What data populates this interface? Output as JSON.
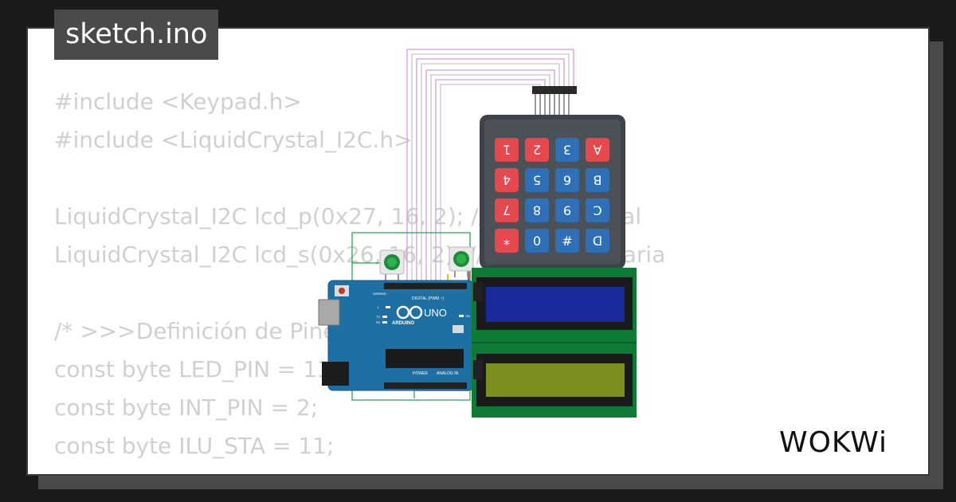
{
  "file": {
    "name": "sketch.ino"
  },
  "code_lines": [
    "#include <Keypad.h>",
    "#include <LiquidCrystal_I2C.h>",
    "",
    "LiquidCrystal_I2C lcd_p(0x27, 16, 2); // LCD principal",
    "LiquidCrystal_I2C lcd_s(0x26, 16, 2); // LCD secundaria",
    "",
    "/* >>>Definición de Pines",
    "const byte LED_PIN = 13;",
    "const byte INT_PIN = 2;",
    "const byte ILU_STA = 11;"
  ],
  "keypad": {
    "keys": [
      {
        "label": "1",
        "color": "#e5484d"
      },
      {
        "label": "2",
        "color": "#e5484d"
      },
      {
        "label": "3",
        "color": "#2f6fb8"
      },
      {
        "label": "A",
        "color": "#e5484d"
      },
      {
        "label": "4",
        "color": "#e5484d"
      },
      {
        "label": "5",
        "color": "#2f6fb8"
      },
      {
        "label": "6",
        "color": "#2f6fb8"
      },
      {
        "label": "B",
        "color": "#2f6fb8"
      },
      {
        "label": "7",
        "color": "#e5484d"
      },
      {
        "label": "8",
        "color": "#2f6fb8"
      },
      {
        "label": "9",
        "color": "#2f6fb8"
      },
      {
        "label": "C",
        "color": "#2f6fb8"
      },
      {
        "label": "*",
        "color": "#e5484d"
      },
      {
        "label": "0",
        "color": "#2f6fb8"
      },
      {
        "label": "#",
        "color": "#2f6fb8"
      },
      {
        "label": "D",
        "color": "#2f6fb8"
      }
    ]
  },
  "arduino": {
    "model_label": "UNO",
    "brand_label": "ARDUINO",
    "header_digital": "DIGITAL (PWM ~)",
    "header_power": "POWER",
    "header_analog": "ANALOG IN",
    "aref_label": "AREF",
    "gnd_label": "GND",
    "led_l_label": "L",
    "led_tx_label": "TX",
    "led_rx_label": "RX",
    "led_on_label": "ON"
  },
  "lcd": {
    "top_color": "#1a2a9c",
    "bottom_color": "#7a8f1c",
    "board_color": "#0d7a36"
  },
  "brand": {
    "name": "WOKWi"
  },
  "colors": {
    "background": "#1b1b1b",
    "card": "#ffffff",
    "tag": "#4a4a4a",
    "code_text": "#d0d0d0",
    "arduino": "#1e6fa3"
  }
}
